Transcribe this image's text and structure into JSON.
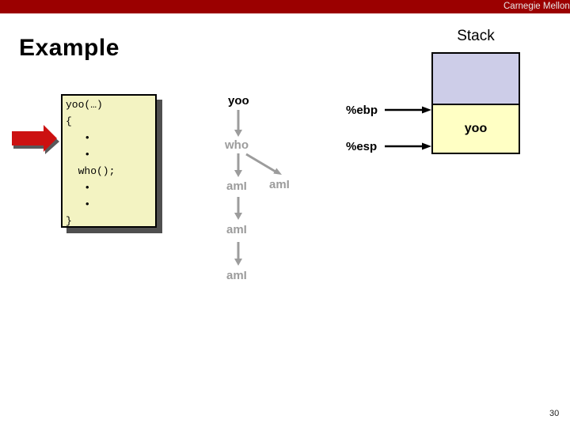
{
  "slide": {
    "institution": "Carnegie Mellon",
    "title": "Example",
    "page_number": "30"
  },
  "code_box": {
    "lines": [
      "yoo(…)",
      "{",
      "   •",
      "   •",
      "  who();",
      "   •",
      "   •",
      "}"
    ]
  },
  "call_chain": {
    "nodes": [
      {
        "label": "yoo",
        "state": "current"
      },
      {
        "label": "who",
        "state": "future"
      },
      {
        "label": "amI",
        "state": "future"
      },
      {
        "label": "amI",
        "state": "future"
      },
      {
        "label": "amI",
        "state": "future"
      },
      {
        "label": "amI",
        "state": "future"
      }
    ]
  },
  "stack": {
    "title": "Stack",
    "frames": [
      {
        "label": "",
        "color": "#CDCDE8"
      },
      {
        "label": "yoo",
        "color": "#FFFFC4"
      }
    ],
    "registers": [
      {
        "name": "%ebp"
      },
      {
        "name": "%esp"
      }
    ]
  },
  "colors": {
    "banner_red": "#9B0000",
    "pointer_arrow_red": "#CC1111",
    "inactive_gray": "#9C9C9C",
    "frame_caller_lavender": "#CDCDE8",
    "frame_yoo_yellow": "#FFFFC4",
    "code_box_yellow": "#F3F3C2",
    "shadow_gray": "#4F4F4F"
  }
}
